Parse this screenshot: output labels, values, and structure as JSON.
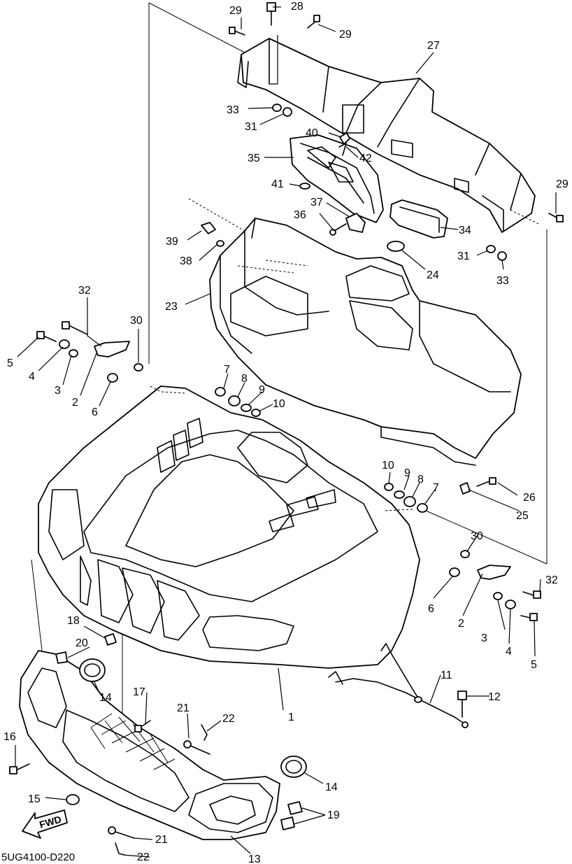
{
  "diagram_code": "5UG4100-D220",
  "fwd_label": "FWD",
  "callouts": [
    {
      "id": "c-1",
      "text": "1"
    },
    {
      "id": "c-2a",
      "text": "2"
    },
    {
      "id": "c-2b",
      "text": "2"
    },
    {
      "id": "c-3a",
      "text": "3"
    },
    {
      "id": "c-3b",
      "text": "3"
    },
    {
      "id": "c-4a",
      "text": "4"
    },
    {
      "id": "c-4b",
      "text": "4"
    },
    {
      "id": "c-5a",
      "text": "5"
    },
    {
      "id": "c-5b",
      "text": "5"
    },
    {
      "id": "c-6a",
      "text": "6"
    },
    {
      "id": "c-6b",
      "text": "6"
    },
    {
      "id": "c-7a",
      "text": "7"
    },
    {
      "id": "c-7b",
      "text": "7"
    },
    {
      "id": "c-8a",
      "text": "8"
    },
    {
      "id": "c-8b",
      "text": "8"
    },
    {
      "id": "c-9a",
      "text": "9"
    },
    {
      "id": "c-9b",
      "text": "9"
    },
    {
      "id": "c-10a",
      "text": "10"
    },
    {
      "id": "c-10b",
      "text": "10"
    },
    {
      "id": "c-11",
      "text": "11"
    },
    {
      "id": "c-12",
      "text": "12"
    },
    {
      "id": "c-13",
      "text": "13"
    },
    {
      "id": "c-14a",
      "text": "14"
    },
    {
      "id": "c-14b",
      "text": "14"
    },
    {
      "id": "c-15",
      "text": "15"
    },
    {
      "id": "c-16",
      "text": "16"
    },
    {
      "id": "c-17",
      "text": "17"
    },
    {
      "id": "c-18",
      "text": "18"
    },
    {
      "id": "c-19",
      "text": "19"
    },
    {
      "id": "c-20",
      "text": "20"
    },
    {
      "id": "c-21a",
      "text": "21"
    },
    {
      "id": "c-21b",
      "text": "21"
    },
    {
      "id": "c-22a",
      "text": "22"
    },
    {
      "id": "c-22b",
      "text": "22"
    },
    {
      "id": "c-23",
      "text": "23"
    },
    {
      "id": "c-24",
      "text": "24"
    },
    {
      "id": "c-25",
      "text": "25"
    },
    {
      "id": "c-26",
      "text": "26"
    },
    {
      "id": "c-27",
      "text": "27"
    },
    {
      "id": "c-28",
      "text": "28"
    },
    {
      "id": "c-29a",
      "text": "29"
    },
    {
      "id": "c-29b",
      "text": "29"
    },
    {
      "id": "c-29c",
      "text": "29"
    },
    {
      "id": "c-30a",
      "text": "30"
    },
    {
      "id": "c-30b",
      "text": "30"
    },
    {
      "id": "c-31a",
      "text": "31"
    },
    {
      "id": "c-31b",
      "text": "31"
    },
    {
      "id": "c-32a",
      "text": "32"
    },
    {
      "id": "c-32b",
      "text": "32"
    },
    {
      "id": "c-33a",
      "text": "33"
    },
    {
      "id": "c-33b",
      "text": "33"
    },
    {
      "id": "c-34",
      "text": "34"
    },
    {
      "id": "c-35",
      "text": "35"
    },
    {
      "id": "c-36",
      "text": "36"
    },
    {
      "id": "c-37",
      "text": "37"
    },
    {
      "id": "c-38",
      "text": "38"
    },
    {
      "id": "c-39",
      "text": "39"
    },
    {
      "id": "c-40",
      "text": "40"
    },
    {
      "id": "c-41",
      "text": "41"
    },
    {
      "id": "c-42",
      "text": "42"
    }
  ]
}
